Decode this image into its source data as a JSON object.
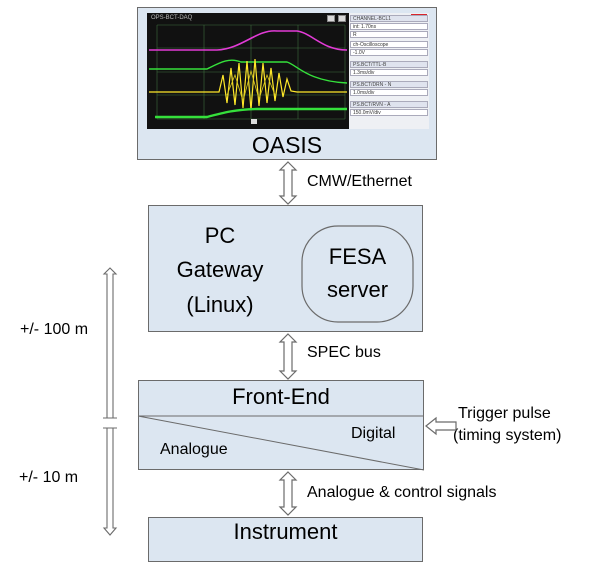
{
  "oasis": {
    "label": "OASIS",
    "screen_title": "OPS-BCT-DAQ",
    "panel_rows": [
      "CHANNEL-BCL1",
      "int: 1.70ns",
      "R",
      "ch-Oscilloscope",
      "-1.0V",
      "PS.BCT/TTL-B",
      "1.3ms/div",
      "PS.BCT/DRN - N",
      "1.0ms/div",
      "PS.BCT/RVN - A",
      "150.0mV/div"
    ],
    "trace_colors": {
      "magenta": "#e23bd6",
      "yellow": "#ffe82a",
      "green": "#35e03b",
      "grid": "#3f6e3f"
    }
  },
  "links": {
    "cmw": "CMW/Ethernet",
    "spec": "SPEC bus",
    "analogue_signals": "Analogue & control signals"
  },
  "gateway": {
    "line1": "PC",
    "line2": "Gateway",
    "line3": "(Linux)",
    "fesa_line1": "FESA",
    "fesa_line2": "server"
  },
  "frontend": {
    "title": "Front-End",
    "analogue": "Analogue",
    "digital": "Digital"
  },
  "trigger": {
    "line1": "Trigger pulse",
    "line2": "(timing system)"
  },
  "distances": {
    "far": "+/- 100 m",
    "near": "+/- 10 m"
  },
  "instrument": {
    "label": "Instrument"
  },
  "colors": {
    "box_fill": "#dce6f1",
    "box_border": "#6b6b6b"
  }
}
